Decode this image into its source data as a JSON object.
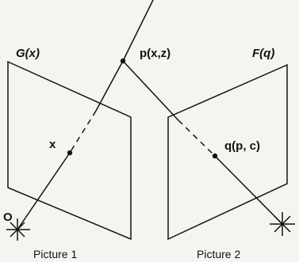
{
  "labels": {
    "g_of_x": "G(x)",
    "f_of_q": "F(q)",
    "p_xz": "p(x,z)",
    "x": "x",
    "q_pc": "q(p, c)",
    "origin": "O"
  },
  "captions": {
    "picture1": "Picture 1",
    "picture2": "Picture 2"
  },
  "colors": {
    "background": "#f6f4f1",
    "ink": "#111111"
  }
}
